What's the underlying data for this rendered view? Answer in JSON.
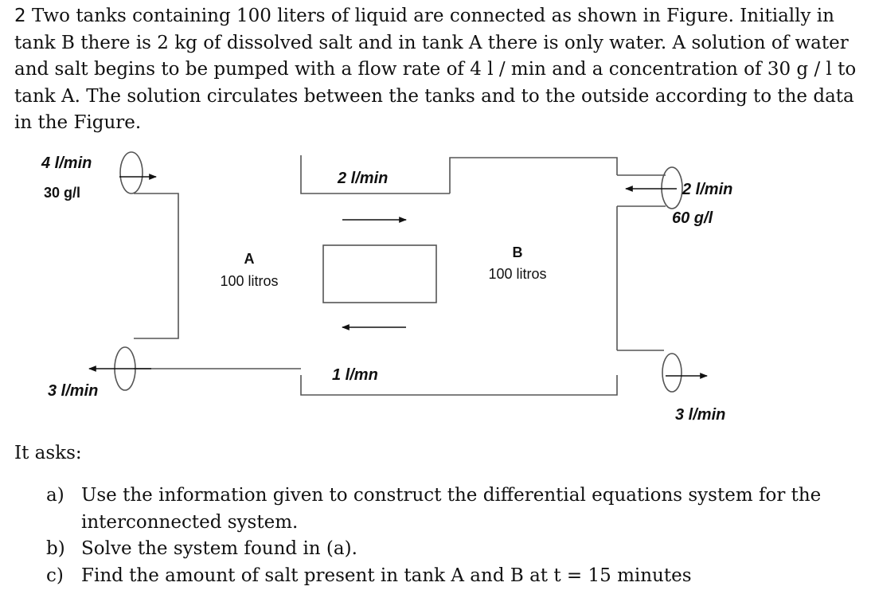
{
  "problem": {
    "number": "2",
    "statement": "Two tanks containing 100 liters of liquid are connected as shown in Figure. Initially in tank B there is 2 kg of dissolved salt and in tank A there is only water. A solution of water and salt begins to be pumped with a flow rate of 4 l / min and a concentration of 30 g / l to tank A. The solution circulates between the tanks and to the outside according to the data in the Figure."
  },
  "figure": {
    "inflow_a_rate": "4 l/min",
    "inflow_a_conc": "30 g/l",
    "outflow_a_rate": "3 l/min",
    "tank_a_label": "A",
    "tank_a_volume": "100 litros",
    "tank_b_label": "B",
    "tank_b_volume": "100 litros",
    "flow_a_to_b": "2 l/min",
    "flow_b_to_a": "1 l/mn",
    "inflow_b_rate": "2 l/min",
    "inflow_b_conc": "60 g/l",
    "outflow_b_rate": "3 l/min"
  },
  "questions": {
    "intro": "It asks:",
    "items": [
      {
        "letter": "a)",
        "text": "Use the information given to construct the differential equations system for the interconnected system."
      },
      {
        "letter": "b)",
        "text": "Solve the system found in (a)."
      },
      {
        "letter": "c)",
        "text": "Find the amount of salt present in tank A and B at t = 15 minutes"
      }
    ]
  }
}
